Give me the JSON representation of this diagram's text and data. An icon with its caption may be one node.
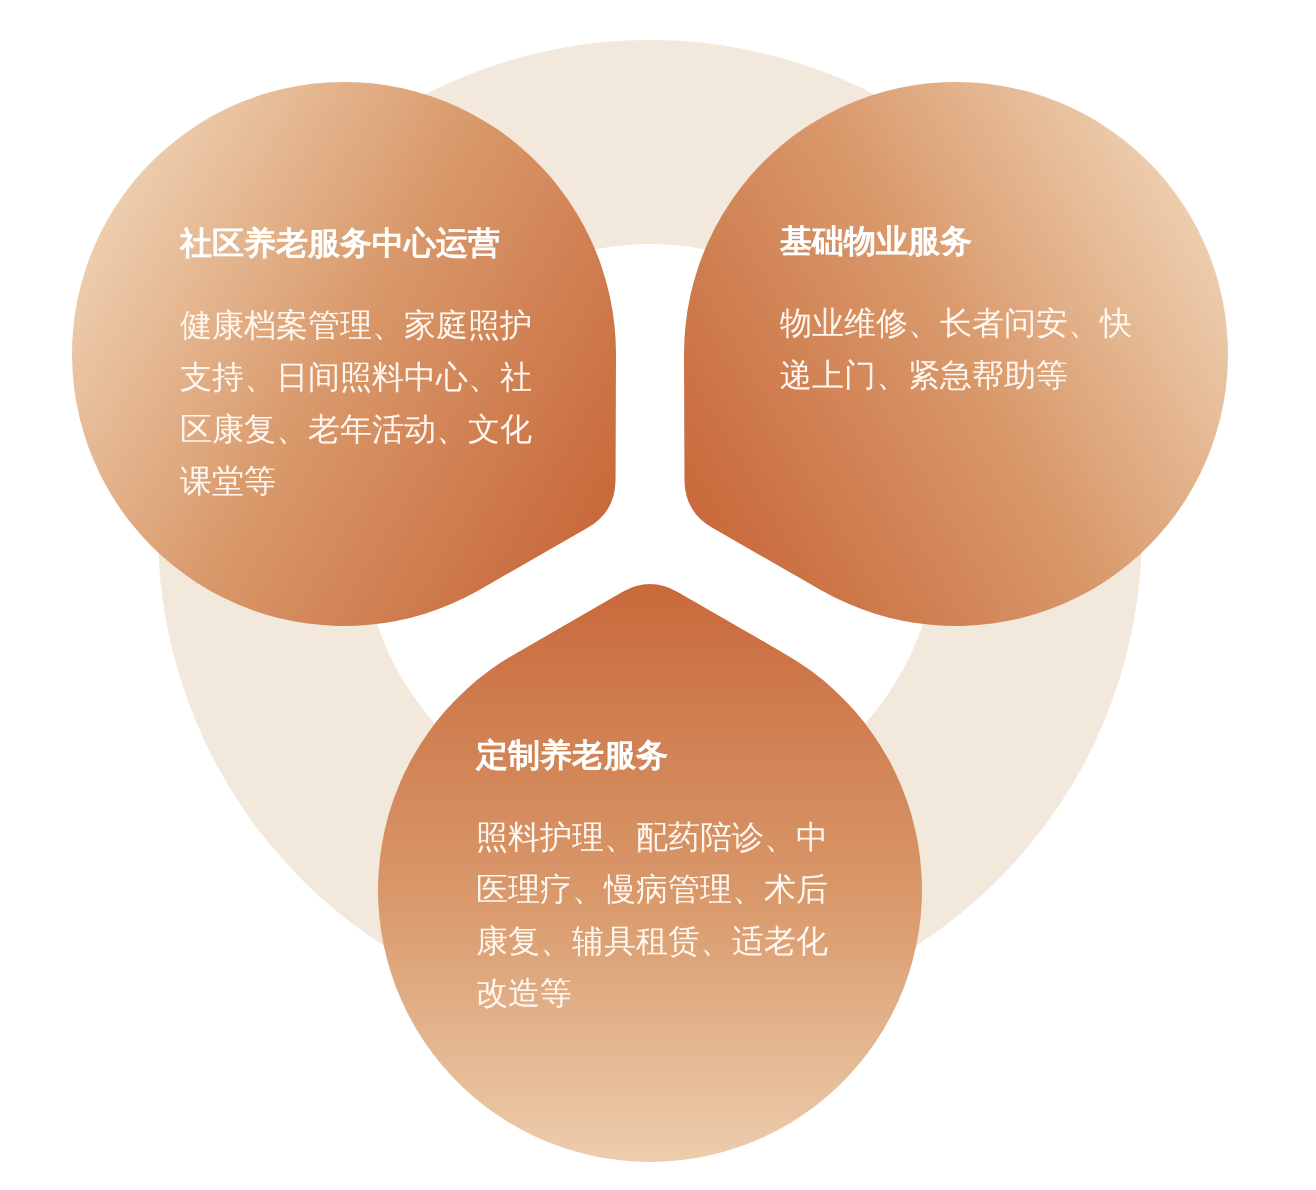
{
  "diagram": {
    "nodes": [
      {
        "text": [
          "社区养老服务中心运营",
          "健康档案管理、家庭照护支持、日间照料中心、社区康复、老年活动、文化课堂等"
        ]
      },
      {
        "text": [
          "基础物业服务",
          "物业维修、长者问安、快递上门、紧急帮助等"
        ]
      },
      {
        "text": [
          "定制养老服务",
          "照料护理、配药陪诊、中医理疗、慢病管理、术后康复、辅具租赁、适老化改造等"
        ]
      }
    ]
  }
}
